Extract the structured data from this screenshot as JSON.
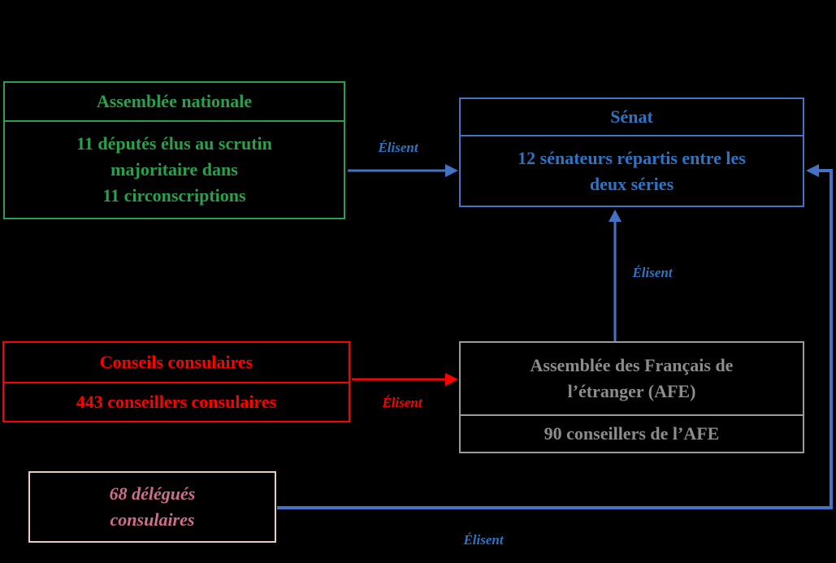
{
  "colors": {
    "background": "#000000",
    "green": "#2aa04d",
    "blue_border": "#4472c4",
    "blue_text": "#2d74c4",
    "red": "#fe0000",
    "gray_border": "#9b9b9b",
    "gray_text": "#8c8c8c",
    "pink_border": "#eecac5",
    "pink_text": "#cf6d8e"
  },
  "boxes": {
    "assemblee_nationale": {
      "title": "Assemblée nationale",
      "body": "11 députés élus au scrutin\nmajoritaire dans\n11 circonscriptions"
    },
    "senat": {
      "title": "Sénat",
      "body": "12 sénateurs répartis entre les\ndeux séries"
    },
    "conseils_consulaires": {
      "title": "Conseils consulaires",
      "body": "443 conseillers consulaires"
    },
    "afe": {
      "title": "Assemblée des Français de\nl’étranger (AFE)",
      "body": "90 conseillers de l’AFE"
    },
    "delegues_consulaires": {
      "body": "68 délégués\nconsulaires"
    }
  },
  "arrows": {
    "an_to_senat": {
      "label": "Élisent"
    },
    "conseils_to_afe": {
      "label": "Élisent"
    },
    "afe_to_senat": {
      "label": "Élisent"
    },
    "delegues_to_senat": {
      "label": "Élisent"
    }
  }
}
